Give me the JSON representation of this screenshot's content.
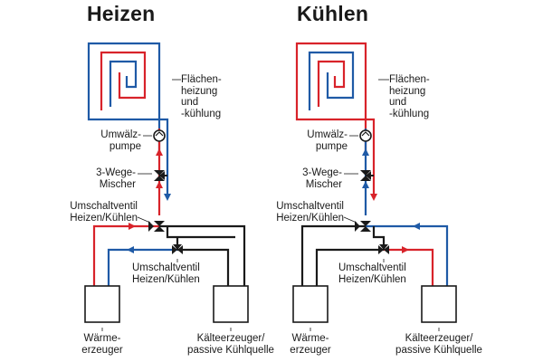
{
  "colors": {
    "hot": "#d8232a",
    "cold": "#1f5aa6",
    "line": "#1a1a1a"
  },
  "panels": {
    "heat": {
      "title": "Heizen",
      "labels": {
        "floor": [
          "Flächen-",
          "heizung",
          "und",
          "-kühlung"
        ],
        "pump": [
          "Umwälz-",
          "pumpe"
        ],
        "mixer": [
          "3-Wege-",
          "Mischer"
        ],
        "valve_upper": [
          "Umschaltventil",
          "Heizen/Kühlen"
        ],
        "valve_lower": [
          "Umschaltventil",
          "Heizen/Kühlen"
        ],
        "heat_gen": [
          "Wärme-",
          "erzeuger"
        ],
        "cool_gen": [
          "Kälteerzeuger/",
          "passive Kühlquelle"
        ]
      }
    },
    "cool": {
      "title": "Kühlen",
      "labels": {
        "floor": [
          "Flächen-",
          "heizung",
          "und",
          "-kühlung"
        ],
        "pump": [
          "Umwälz-",
          "pumpe"
        ],
        "mixer": [
          "3-Wege-",
          "Mischer"
        ],
        "valve_upper": [
          "Umschaltventil",
          "Heizen/Kühlen"
        ],
        "valve_lower": [
          "Umschaltventil",
          "Heizen/Kühlen"
        ],
        "heat_gen": [
          "Wärme-",
          "erzeuger"
        ],
        "cool_gen": [
          "Kälteerzeuger/",
          "passive Kühlquelle"
        ]
      }
    }
  }
}
